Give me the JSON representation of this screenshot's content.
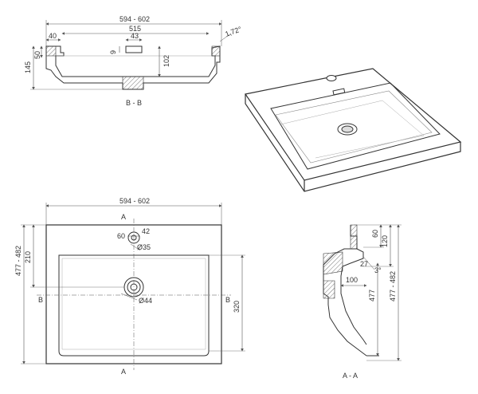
{
  "colors": {
    "line": "#333333",
    "dim": "#555555",
    "hatch": "#777777",
    "background": "#ffffff"
  },
  "top_section": {
    "overall_width": "594 - 602",
    "inner_width": "515",
    "rim_width": "40",
    "hole_width": "43",
    "hole_depth": "9",
    "rim_height": "50",
    "total_height": "145",
    "inner_depth": "102",
    "angle": "1,72°",
    "section_label": "B - B"
  },
  "plan_view": {
    "overall_width": "594 - 602",
    "overall_depth": "477 - 482",
    "tap_hole_offset": "60",
    "tap_hole_size": "42",
    "tap_hole_diameter": "Ø35",
    "drain_diameter": "Ø44",
    "front_to_bowl": "210",
    "bowl_depth": "320",
    "section_a_top": "A",
    "section_a_bottom": "A",
    "section_b_left": "B",
    "section_b_right": "B"
  },
  "side_section": {
    "dim_60": "60",
    "dim_120": "120",
    "dim_100": "100",
    "dim_27": "27",
    "angle": "3°",
    "depth": "477",
    "overall_depth": "477 - 482",
    "section_label": "A - A"
  }
}
